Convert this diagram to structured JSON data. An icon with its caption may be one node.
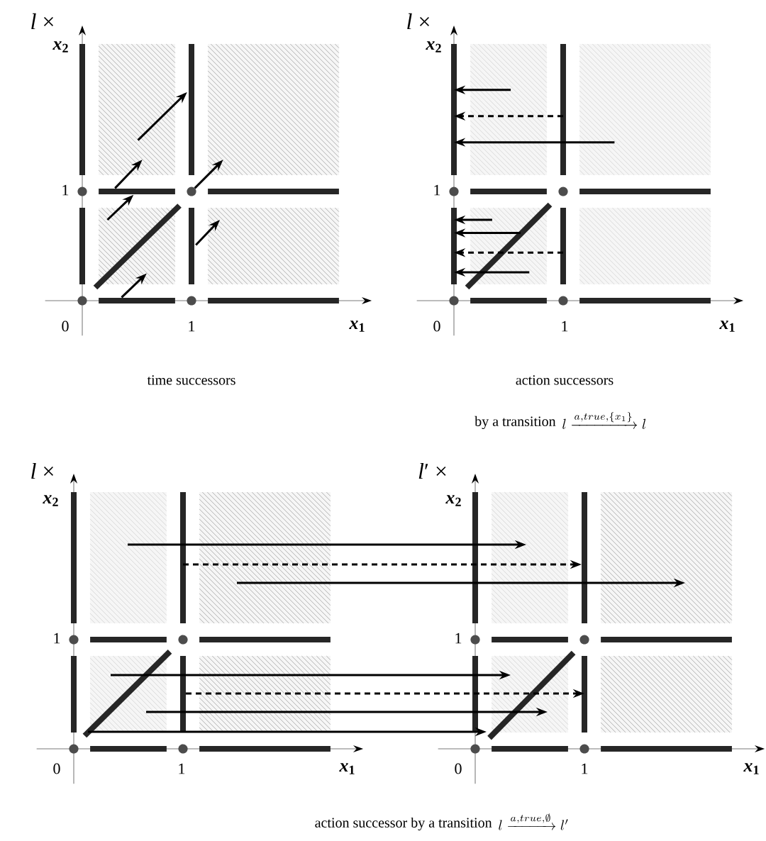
{
  "diagram": {
    "labels": [
      "*l* ×",
      "*l* ×",
      "*x*$_{2}$",
      "*x*$_{2}$",
      "1",
      "1",
      "0",
      "1",
      "*x*$_{1}$",
      "0",
      "1",
      "*x*$_{1}$",
      "time successors",
      "action successors",
      "by a transition",
      "l \\xrightarrow{a,true,\\{x_1\\}} l",
      "*l* ×",
      "*l*′ ×",
      "*x*$_{2}$",
      "*x*$_{2}$",
      "1",
      "1",
      "0",
      "1",
      "*x*$_{1}$",
      "0",
      "1",
      "*x*$_{1}$",
      "action successor by a transition",
      "l \\xrightarrow{a,true,\\emptyset} l'"
    ]
  }
}
